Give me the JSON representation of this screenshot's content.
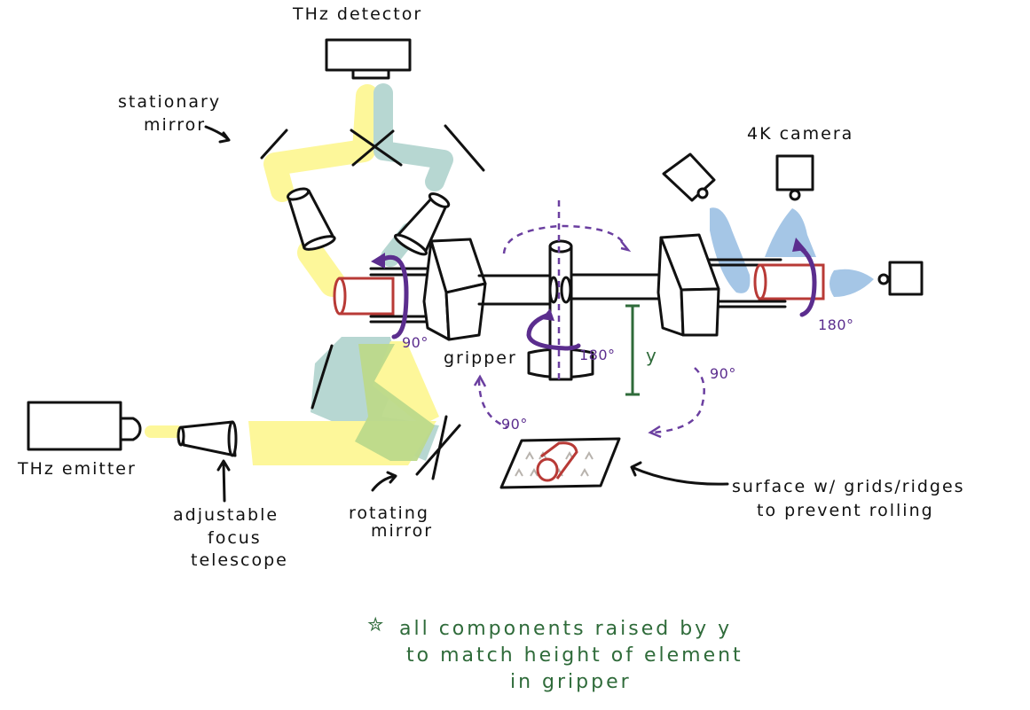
{
  "diagram": {
    "labels": {
      "thz_detector": "THz detector",
      "stationary_mirror_line1": "stationary",
      "stationary_mirror_line2": "mirror",
      "camera": "4K camera",
      "gripper": "gripper",
      "thz_emitter": "THz emitter",
      "telescope_line1": "adjustable",
      "telescope_line2": "focus",
      "telescope_line3": "telescope",
      "rotating_mirror_line1": "rotating",
      "rotating_mirror_line2": "mirror",
      "surface_line1": "surface w/ grids/ridges",
      "surface_line2": "to prevent rolling",
      "height_symbol": "y"
    },
    "rotations": {
      "left_gripper": "90°",
      "center_post": "180°",
      "right_gripper": "180°",
      "arc_left_down": "90°",
      "arc_right_down": "90°"
    },
    "note": {
      "star": "✮",
      "line1": "all components raised by y",
      "line2": "to match height of element",
      "line3": "in gripper"
    },
    "colors": {
      "beam_yellow": "#fdf79a",
      "beam_teal": "#b7d7d2",
      "beam_overlap": "#bcd98a",
      "camera_view": "#a5c6e6",
      "sample": "#b83a36",
      "rotation": "#5b2d8e",
      "note_green": "#2f6b3a"
    }
  }
}
